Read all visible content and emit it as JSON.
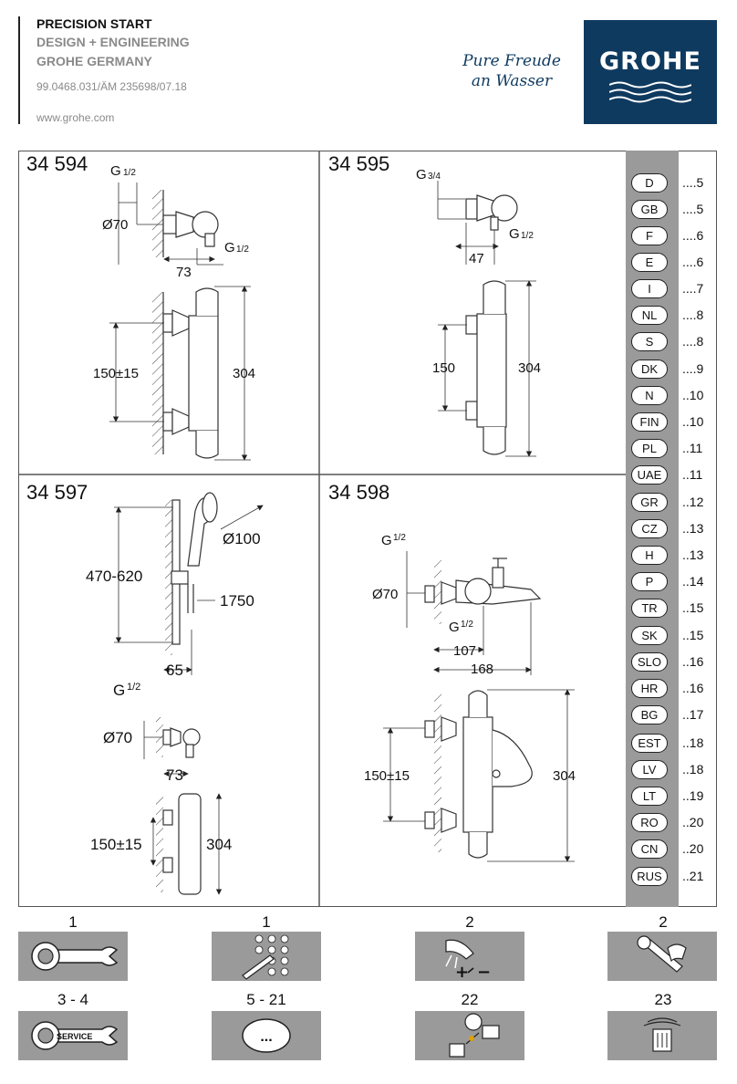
{
  "header": {
    "title": "PRECISION START",
    "line2": "DESIGN + ENGINEERING",
    "line3": "GROHE GERMANY",
    "code": "99.0468.031/ÄM 235698/07.18",
    "url": "www.grohe.com",
    "slogan_line1": "Pure Freude",
    "slogan_line2": "an Wasser",
    "logo_text": "GROHE",
    "brand_color": "#0f3a5f"
  },
  "panels": {
    "p1": {
      "number": "34 594",
      "thread_top": "G",
      "thread_top_frac": "1/2",
      "dia": "Ø70",
      "thread_bot": "G",
      "thread_bot_frac": "1/2",
      "depth": "73",
      "spacing": "150±15",
      "height": "304"
    },
    "p2": {
      "number": "34 595",
      "thread_top": "G",
      "thread_top_frac": "3/4",
      "thread_bot": "G",
      "thread_bot_frac": "1/2",
      "depth": "47",
      "spacing": "150",
      "height": "304"
    },
    "p3": {
      "number": "34 597",
      "range": "470-620",
      "dia": "Ø100",
      "hose": "1750",
      "depth": "65",
      "thread": "G",
      "thread_frac": "1/2",
      "dia2": "Ø70",
      "depth2": "73",
      "spacing": "150±15",
      "height": "304"
    },
    "p4": {
      "number": "34 598",
      "thread_top": "G",
      "thread_top_frac": "1/2",
      "dia": "Ø70",
      "thread_bot": "G",
      "thread_bot_frac": "1/2",
      "depth1": "107",
      "depth2": "168",
      "spacing": "150±15",
      "height": "304"
    }
  },
  "languages": [
    {
      "code": "D",
      "page": "....5"
    },
    {
      "code": "GB",
      "page": "....5"
    },
    {
      "code": "F",
      "page": "....6"
    },
    {
      "code": "E",
      "page": "....6"
    },
    {
      "code": "I",
      "page": "....7"
    },
    {
      "code": "NL",
      "page": "....8"
    },
    {
      "code": "S",
      "page": "....8"
    },
    {
      "code": "DK",
      "page": "....9"
    },
    {
      "code": "N",
      "page": "..10"
    },
    {
      "code": "FIN",
      "page": "..10"
    },
    {
      "code": "PL",
      "page": "..11"
    },
    {
      "code": "UAE",
      "page": "..11"
    },
    {
      "code": "GR",
      "page": "..12"
    },
    {
      "code": "CZ",
      "page": "..13"
    },
    {
      "code": "H",
      "page": "..13"
    },
    {
      "code": "P",
      "page": "..14"
    },
    {
      "code": "TR",
      "page": "..15"
    },
    {
      "code": "SK",
      "page": "..15"
    },
    {
      "code": "SLO",
      "page": "..16"
    },
    {
      "code": "HR",
      "page": "..16"
    },
    {
      "code": "BG",
      "page": "..17"
    },
    {
      "code": "EST",
      "page": "..18"
    },
    {
      "code": "LV",
      "page": "..18"
    },
    {
      "code": "LT",
      "page": "..19"
    },
    {
      "code": "RO",
      "page": "..20"
    },
    {
      "code": "CN",
      "page": "..20"
    },
    {
      "code": "RUS",
      "page": "..21"
    }
  ],
  "tools": [
    {
      "label": "1",
      "icon": "wrench-icon"
    },
    {
      "label": "1",
      "icon": "drill-bit-icon"
    },
    {
      "label": "2",
      "icon": "shower-temperature-icon"
    },
    {
      "label": "2",
      "icon": "grip-handle-icon"
    },
    {
      "label": "3 - 4",
      "icon": "service-wrench-icon",
      "text": "SERVICE"
    },
    {
      "label": "5 - 21",
      "icon": "ellipsis-icon",
      "text": "..."
    },
    {
      "label": "22",
      "icon": "cartridge-icon"
    },
    {
      "label": "23",
      "icon": "cleaning-basket-icon"
    }
  ]
}
